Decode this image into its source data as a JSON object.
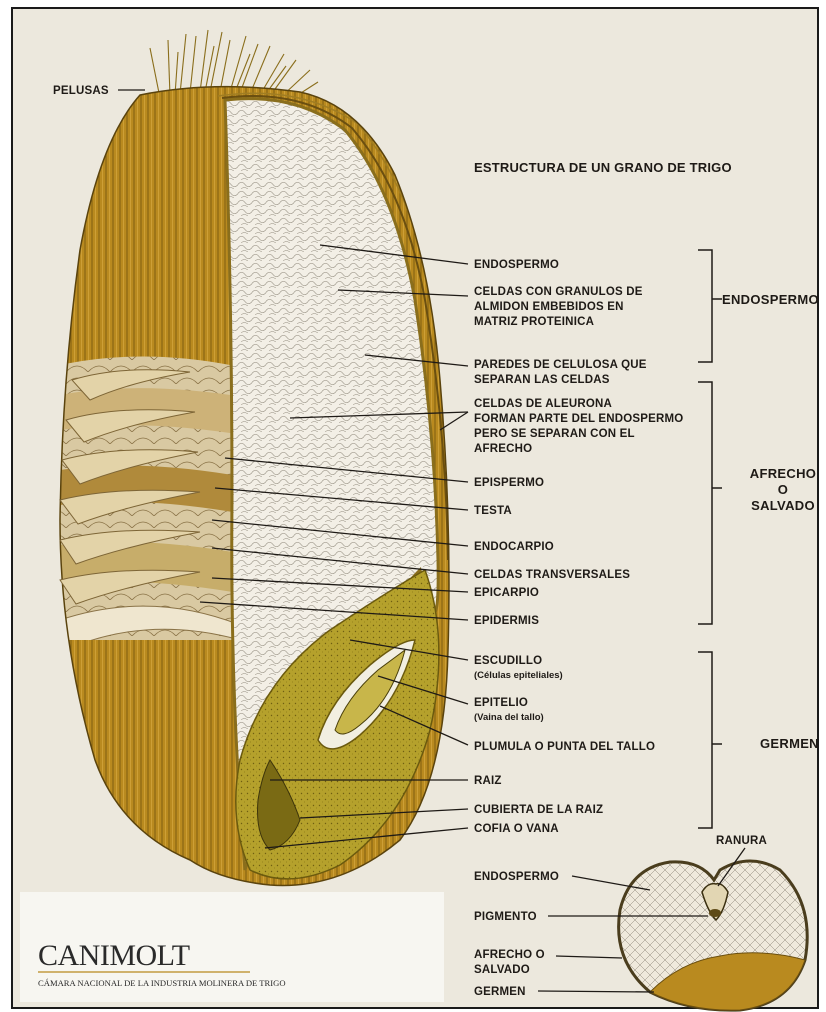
{
  "title": "ESTRUCTURA DE UN GRANO DE TRIGO",
  "labels": {
    "pelusas": "PELUSAS",
    "endospermo": "ENDOSPERMO",
    "celdas_granulos": [
      "CELDAS CON GRANULOS DE",
      "ALMIDON EMBEBIDOS EN",
      "MATRIZ PROTEINICA"
    ],
    "paredes": [
      "PAREDES DE CELULOSA QUE",
      "SEPARAN LAS CELDAS"
    ],
    "aleurona": [
      "CELDAS DE ALEURONA",
      "FORMAN PARTE DEL ENDOSPERMO",
      "PERO SE SEPARAN CON EL",
      "AFRECHO"
    ],
    "epispermo": "EPISPERMO",
    "testa": "TESTA",
    "endocarpio": "ENDOCARPIO",
    "celdas_transversales": "CELDAS TRANSVERSALES",
    "epicarpio": "EPICARPIO",
    "epidermis": "EPIDERMIS",
    "escudillo": "ESCUDILLO",
    "escudillo_sub": "(Células epiteliales)",
    "epitelio": "EPITELIO",
    "epitelio_sub": "(Vaina del tallo)",
    "plumula": "PLUMULA O PUNTA DEL TALLO",
    "raiz": "RAIZ",
    "cubierta_raiz": "CUBIERTA DE LA RAIZ",
    "cofia": "COFIA O VANA"
  },
  "groups": {
    "endospermo": "ENDOSPERMO",
    "afrecho": [
      "AFRECHO",
      "O",
      "SALVADO"
    ],
    "germen": "GERMEN"
  },
  "cross_section": {
    "ranura": "RANURA",
    "endospermo": "ENDOSPERMO",
    "pigmento": "PIGMENTO",
    "afrecho": [
      "AFRECHO O",
      "SALVADO"
    ],
    "germen": "GERMEN"
  },
  "logo": {
    "name": "CANIMOLT",
    "subtitle": "CÁMARA NACIONAL DE LA INDUSTRIA MOLINERA DE TRIGO"
  },
  "colors": {
    "background": "#ece8dd",
    "bran_gold": "#b98a1f",
    "bran_dark": "#7d5710",
    "germ_olive": "#b5a12c",
    "endosperm": "#f3efe6",
    "logo_panel": "#f7f6f1"
  }
}
